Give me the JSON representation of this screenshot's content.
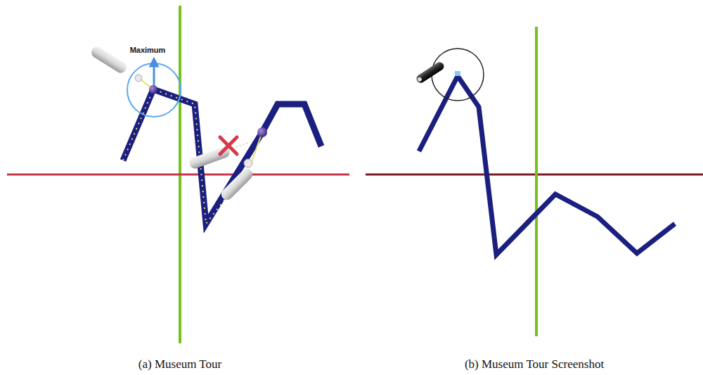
{
  "diagram": {
    "labels": [
      "Maximum",
      "(a) Museum Tour",
      "(b) Museum Tour Screenshot"
    ]
  }
}
